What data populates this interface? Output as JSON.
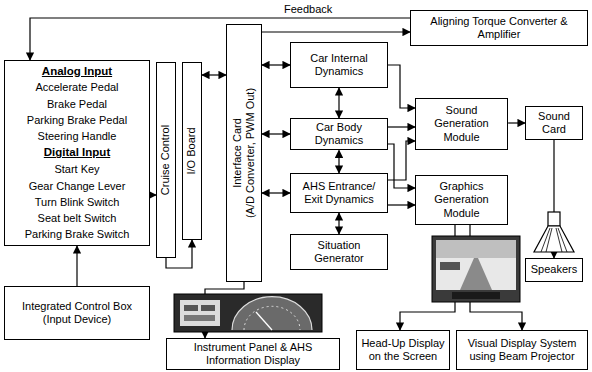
{
  "diagram": {
    "nodes": [
      {
        "text": [
          "Analog Input",
          "Accelerate Pedal",
          "Brake Pedal",
          "Parking Brake Pedal",
          "Steering Handle",
          "Digital Input",
          "Start Key",
          "Gear Change Lever",
          "Turn Blink Switch",
          "Seat belt Switch",
          "Parking Brake Switch"
        ]
      },
      {
        "text": [
          "Cruise Control"
        ]
      },
      {
        "text": [
          "I/O Board"
        ]
      },
      {
        "text": [
          "Interface Card",
          "(A/D Converter, PWM Out)"
        ]
      },
      {
        "text": [
          "Car Internal Dynamics"
        ]
      },
      {
        "text": [
          "Car Body Dynamics"
        ]
      },
      {
        "text": [
          "AHS Entrance/ Exit Dynamics"
        ]
      },
      {
        "text": [
          "Situation Generator"
        ]
      },
      {
        "text": [
          "Aligning Torque Converter & Amplifier"
        ]
      },
      {
        "text": [
          "Sound Generation Module"
        ]
      },
      {
        "text": [
          "Sound Card"
        ]
      },
      {
        "text": [
          "Graphics Generation Module"
        ]
      },
      {
        "text": [
          "Speakers"
        ]
      },
      {
        "text": [
          "Integrated Control Box (Input Device)"
        ]
      },
      {
        "text": [
          "Instrument Panel & AHS Information Display"
        ]
      },
      {
        "text": [
          "Head-Up Display on the Screen"
        ]
      },
      {
        "text": [
          "Visual Display System using Beam Projector"
        ]
      }
    ],
    "edges": [
      {
        "from": 13,
        "to": 0,
        "arrow": "to"
      },
      {
        "from": 0,
        "to": 1,
        "arrow": "to"
      },
      {
        "from": 1,
        "to": 2,
        "arrow": "to"
      },
      {
        "from": 2,
        "to": 3,
        "arrow": "both"
      },
      {
        "from": 3,
        "to": 8,
        "arrow": "to"
      },
      {
        "from": 8,
        "to": 0,
        "arrow": "to",
        "label": "Feedback"
      },
      {
        "from": 3,
        "to": 4,
        "arrow": "both"
      },
      {
        "from": 3,
        "to": 5,
        "arrow": "both"
      },
      {
        "from": 3,
        "to": 6,
        "arrow": "both"
      },
      {
        "from": 4,
        "to": 5,
        "arrow": "both"
      },
      {
        "from": 5,
        "to": 6,
        "arrow": "both"
      },
      {
        "from": 6,
        "to": 7,
        "arrow": "both"
      },
      {
        "from": 4,
        "to": 9,
        "arrow": "to"
      },
      {
        "from": 5,
        "to": 9,
        "arrow": "to"
      },
      {
        "from": 6,
        "to": 9,
        "arrow": "to"
      },
      {
        "from": 5,
        "to": 11,
        "arrow": "to"
      },
      {
        "from": 6,
        "to": 11,
        "arrow": "to"
      },
      {
        "from": 9,
        "to": 10,
        "arrow": "to"
      },
      {
        "from": 10,
        "to": 12,
        "arrow": "to"
      },
      {
        "from": 11,
        "to": 15,
        "arrow": "to"
      },
      {
        "from": 11,
        "to": 16,
        "arrow": "to"
      },
      {
        "from": 3,
        "to": 14,
        "arrow": "to"
      }
    ]
  }
}
